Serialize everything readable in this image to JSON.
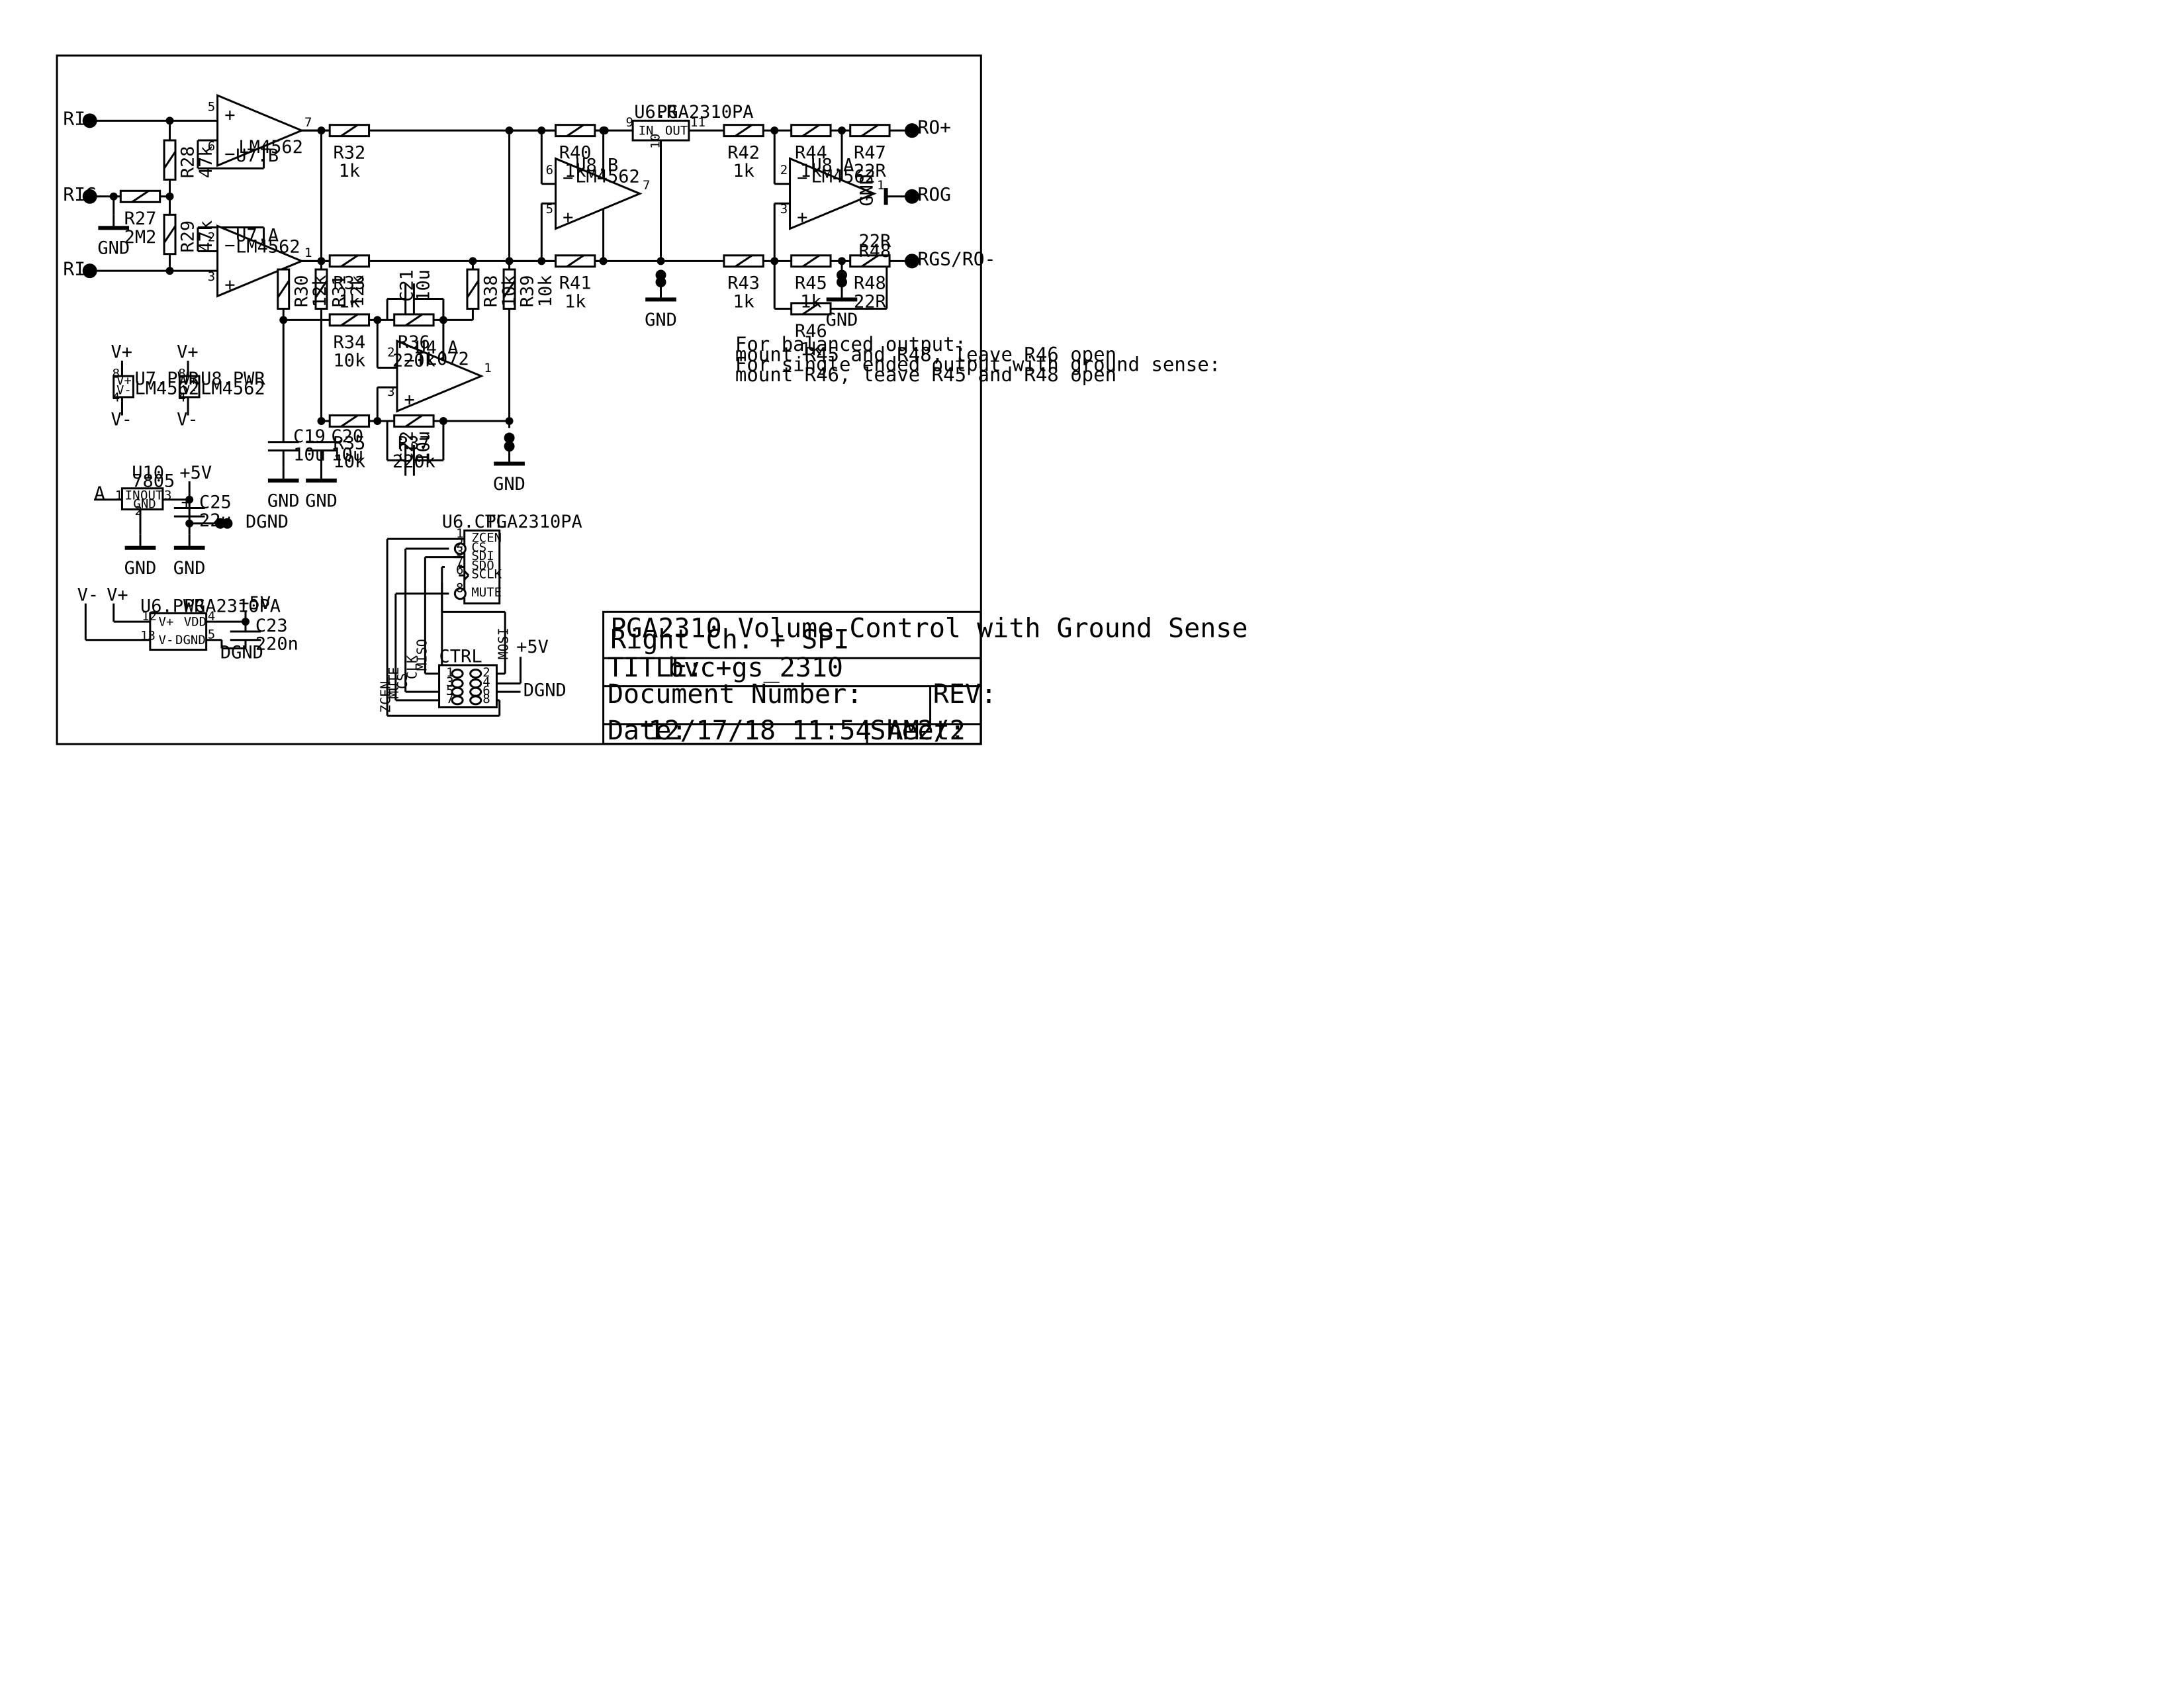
{
  "ports": {
    "ri_plus": "RI+",
    "rig": "RIG",
    "ri_minus": "RI-",
    "ro_plus": "RO+",
    "rog": "ROG",
    "rgs": "RGS/RO-",
    "a_in": "A",
    "dgnd_reg": "DGND",
    "dgnd_ctrl": "DGND",
    "dgnd_pwr": "DGND"
  },
  "rails": {
    "vplus": "V+",
    "vminus": "V-",
    "plus5v": "+5V",
    "gnd": "GND",
    "gnd_rog": "GND"
  },
  "resistors": [
    {
      "ref": "R27",
      "value": "2M2"
    },
    {
      "ref": "R28",
      "value": "47k"
    },
    {
      "ref": "R29",
      "value": "47k"
    },
    {
      "ref": "R30",
      "value": "12k"
    },
    {
      "ref": "R31",
      "value": "12k"
    },
    {
      "ref": "R32",
      "value": "1k"
    },
    {
      "ref": "R33",
      "value": "1k"
    },
    {
      "ref": "R34",
      "value": "10k"
    },
    {
      "ref": "R35",
      "value": "10k"
    },
    {
      "ref": "R36",
      "value": "220k"
    },
    {
      "ref": "R37",
      "value": "220k"
    },
    {
      "ref": "R38",
      "value": "10k"
    },
    {
      "ref": "R39",
      "value": "10k"
    },
    {
      "ref": "R40",
      "value": "1k"
    },
    {
      "ref": "R41",
      "value": "1k"
    },
    {
      "ref": "R42",
      "value": "1k"
    },
    {
      "ref": "R43",
      "value": "1k"
    },
    {
      "ref": "R44",
      "value": "1k"
    },
    {
      "ref": "R45",
      "value": "1k"
    },
    {
      "ref": "R46",
      "value": "1k"
    },
    {
      "ref": "R47",
      "value": "22R"
    },
    {
      "ref": "R48",
      "value": "22R"
    }
  ],
  "capacitors": [
    {
      "ref": "C19",
      "value": "10u"
    },
    {
      "ref": "C20",
      "value": "10u"
    },
    {
      "ref": "C21",
      "value": "10u"
    },
    {
      "ref": "C22",
      "value": "10u"
    },
    {
      "ref": "C23",
      "value": "220n"
    },
    {
      "ref": "C25",
      "value": "22u"
    }
  ],
  "opamps": [
    {
      "ref": "U7.B",
      "part": "LM4562"
    },
    {
      "ref": "U7.A",
      "part": "LM4562"
    },
    {
      "ref": "U8.B",
      "part": "LM4562"
    },
    {
      "ref": "U8.A",
      "part": "LM4562"
    },
    {
      "ref": "U4.A",
      "part": "TL072"
    }
  ],
  "power_units": [
    {
      "ref": "U7.PWR",
      "part": "LM4562"
    },
    {
      "ref": "U8.PWR",
      "part": "LM4562"
    }
  ],
  "pga_r": {
    "ref": "U6.R",
    "part": "PGA2310PA",
    "in": "IN",
    "out": "OUT"
  },
  "pga_ctl": {
    "ref": "U6.CTL",
    "part": "PGA2310PA",
    "pins": [
      "ZCEN",
      "CS",
      "SDI",
      "SDO",
      "SCLK",
      "MUTE"
    ]
  },
  "pga_pwr": {
    "ref": "U6.PWR",
    "part": "PGA2310PA",
    "vplus": "V+",
    "vminus": "V-",
    "vdd": "VDD",
    "dgnd": "DGND"
  },
  "regulator": {
    "ref": "U10",
    "part": "7805",
    "in": "IN",
    "out": "OUT",
    "gnd": "GND"
  },
  "connector": {
    "ref": "CTRL",
    "signals": [
      "ZCEN",
      "MUTE",
      "CS",
      "CLK",
      "MISO",
      "MOSI",
      "+5V"
    ]
  },
  "note": [
    "For balanced output:",
    "mount R45 and R48, leave R46 open",
    "For single ended output with ground sense:",
    "mount R46, leave R45 and R48 open"
  ],
  "title_block": {
    "heading_line1": "PGA2310 Volume Control with Ground Sense",
    "heading_line2": "Right Ch. + SPI",
    "title_label": "TITLE:",
    "title_value": "bvc+gs_2310",
    "doc_label": "Document Number:",
    "rev_label": "REV:",
    "date_label": "Date:",
    "date_value": "12/17/18 11:54 AM",
    "sheet_label": "Sheet:",
    "sheet_value": "2/2"
  },
  "colors": {
    "ink": "#000000",
    "paper": "#ffffff"
  }
}
